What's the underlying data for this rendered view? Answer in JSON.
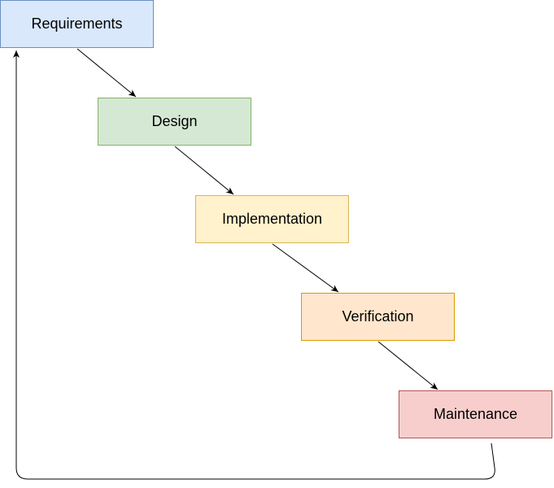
{
  "diagram": {
    "nodes": [
      {
        "label": "Requirements",
        "fill": "#dae8fc",
        "stroke": "#6c8ebf"
      },
      {
        "label": "Design",
        "fill": "#d5e8d4",
        "stroke": "#82b366"
      },
      {
        "label": "Implementation",
        "fill": "#fff2cc",
        "stroke": "#d6b656"
      },
      {
        "label": "Verification",
        "fill": "#ffe6cc",
        "stroke": "#d79b00"
      },
      {
        "label": "Maintenance",
        "fill": "#f8cecc",
        "stroke": "#b85450"
      }
    ],
    "edges": [
      {
        "from": "Requirements",
        "to": "Design"
      },
      {
        "from": "Design",
        "to": "Implementation"
      },
      {
        "from": "Implementation",
        "to": "Verification"
      },
      {
        "from": "Verification",
        "to": "Maintenance"
      },
      {
        "from": "Maintenance",
        "to": "Requirements"
      }
    ],
    "line_color": "#000000"
  }
}
